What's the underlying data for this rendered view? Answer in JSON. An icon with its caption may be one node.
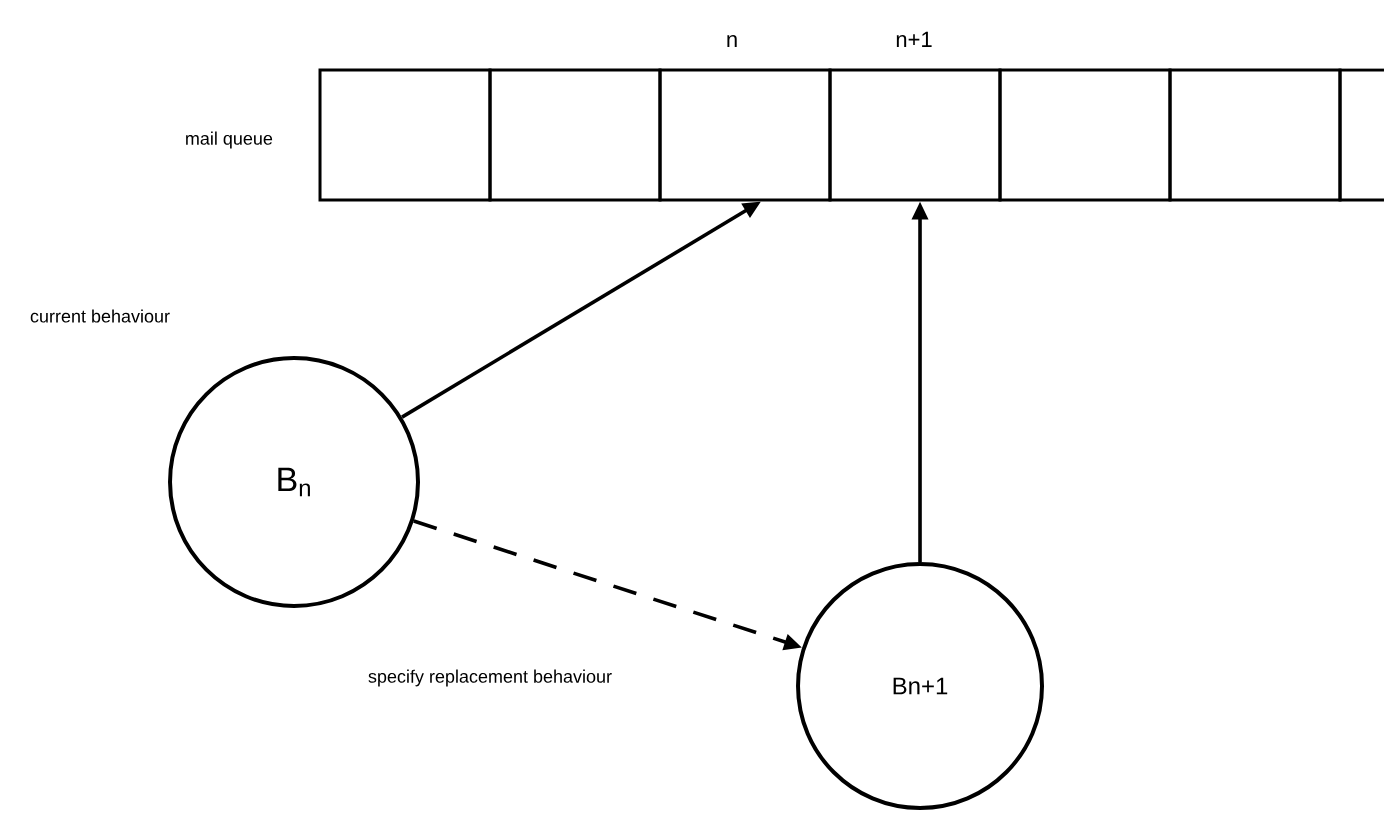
{
  "diagram": {
    "nodes": [
      {
        "text": [],
        "shape": "box"
      },
      {
        "text": [],
        "shape": "box"
      },
      {
        "text": [],
        "shape": "box",
        "beside": [
          "n"
        ]
      },
      {
        "text": [],
        "shape": "box",
        "beside": [
          "n+1"
        ]
      },
      {
        "text": [],
        "shape": "box"
      },
      {
        "text": [],
        "shape": "box"
      },
      {
        "text": [],
        "shape": "box"
      },
      {
        "text": [
          "B$_{n}$"
        ],
        "beside": [
          "current behaviour"
        ]
      },
      {
        "text": [
          "Bn+1"
        ]
      }
    ],
    "edges": [
      {
        "from": 7,
        "to": 2,
        "arrow": "to"
      },
      {
        "from": 8,
        "to": 3,
        "arrow": "to"
      },
      {
        "from": 7,
        "to": 8,
        "arrow": "to",
        "style": "dashed",
        "label": "specify replacement behaviour"
      }
    ],
    "labels": [
      "mail queue"
    ]
  }
}
